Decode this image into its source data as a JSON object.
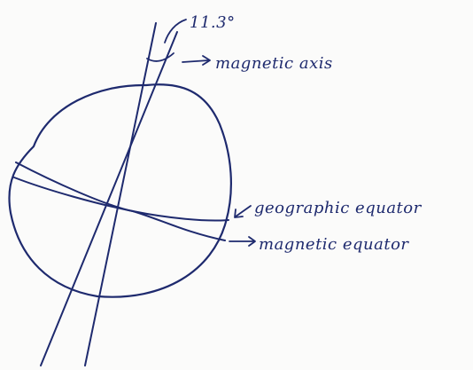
{
  "diagram": {
    "angle_label": "11.3°",
    "magnetic_axis_label": "magnetic axis",
    "geographic_equator_label": "geographic equator",
    "magnetic_equator_label": "magnetic equator",
    "ink_color": "#1e2a6e",
    "paper_color": "#fbfbfa"
  }
}
